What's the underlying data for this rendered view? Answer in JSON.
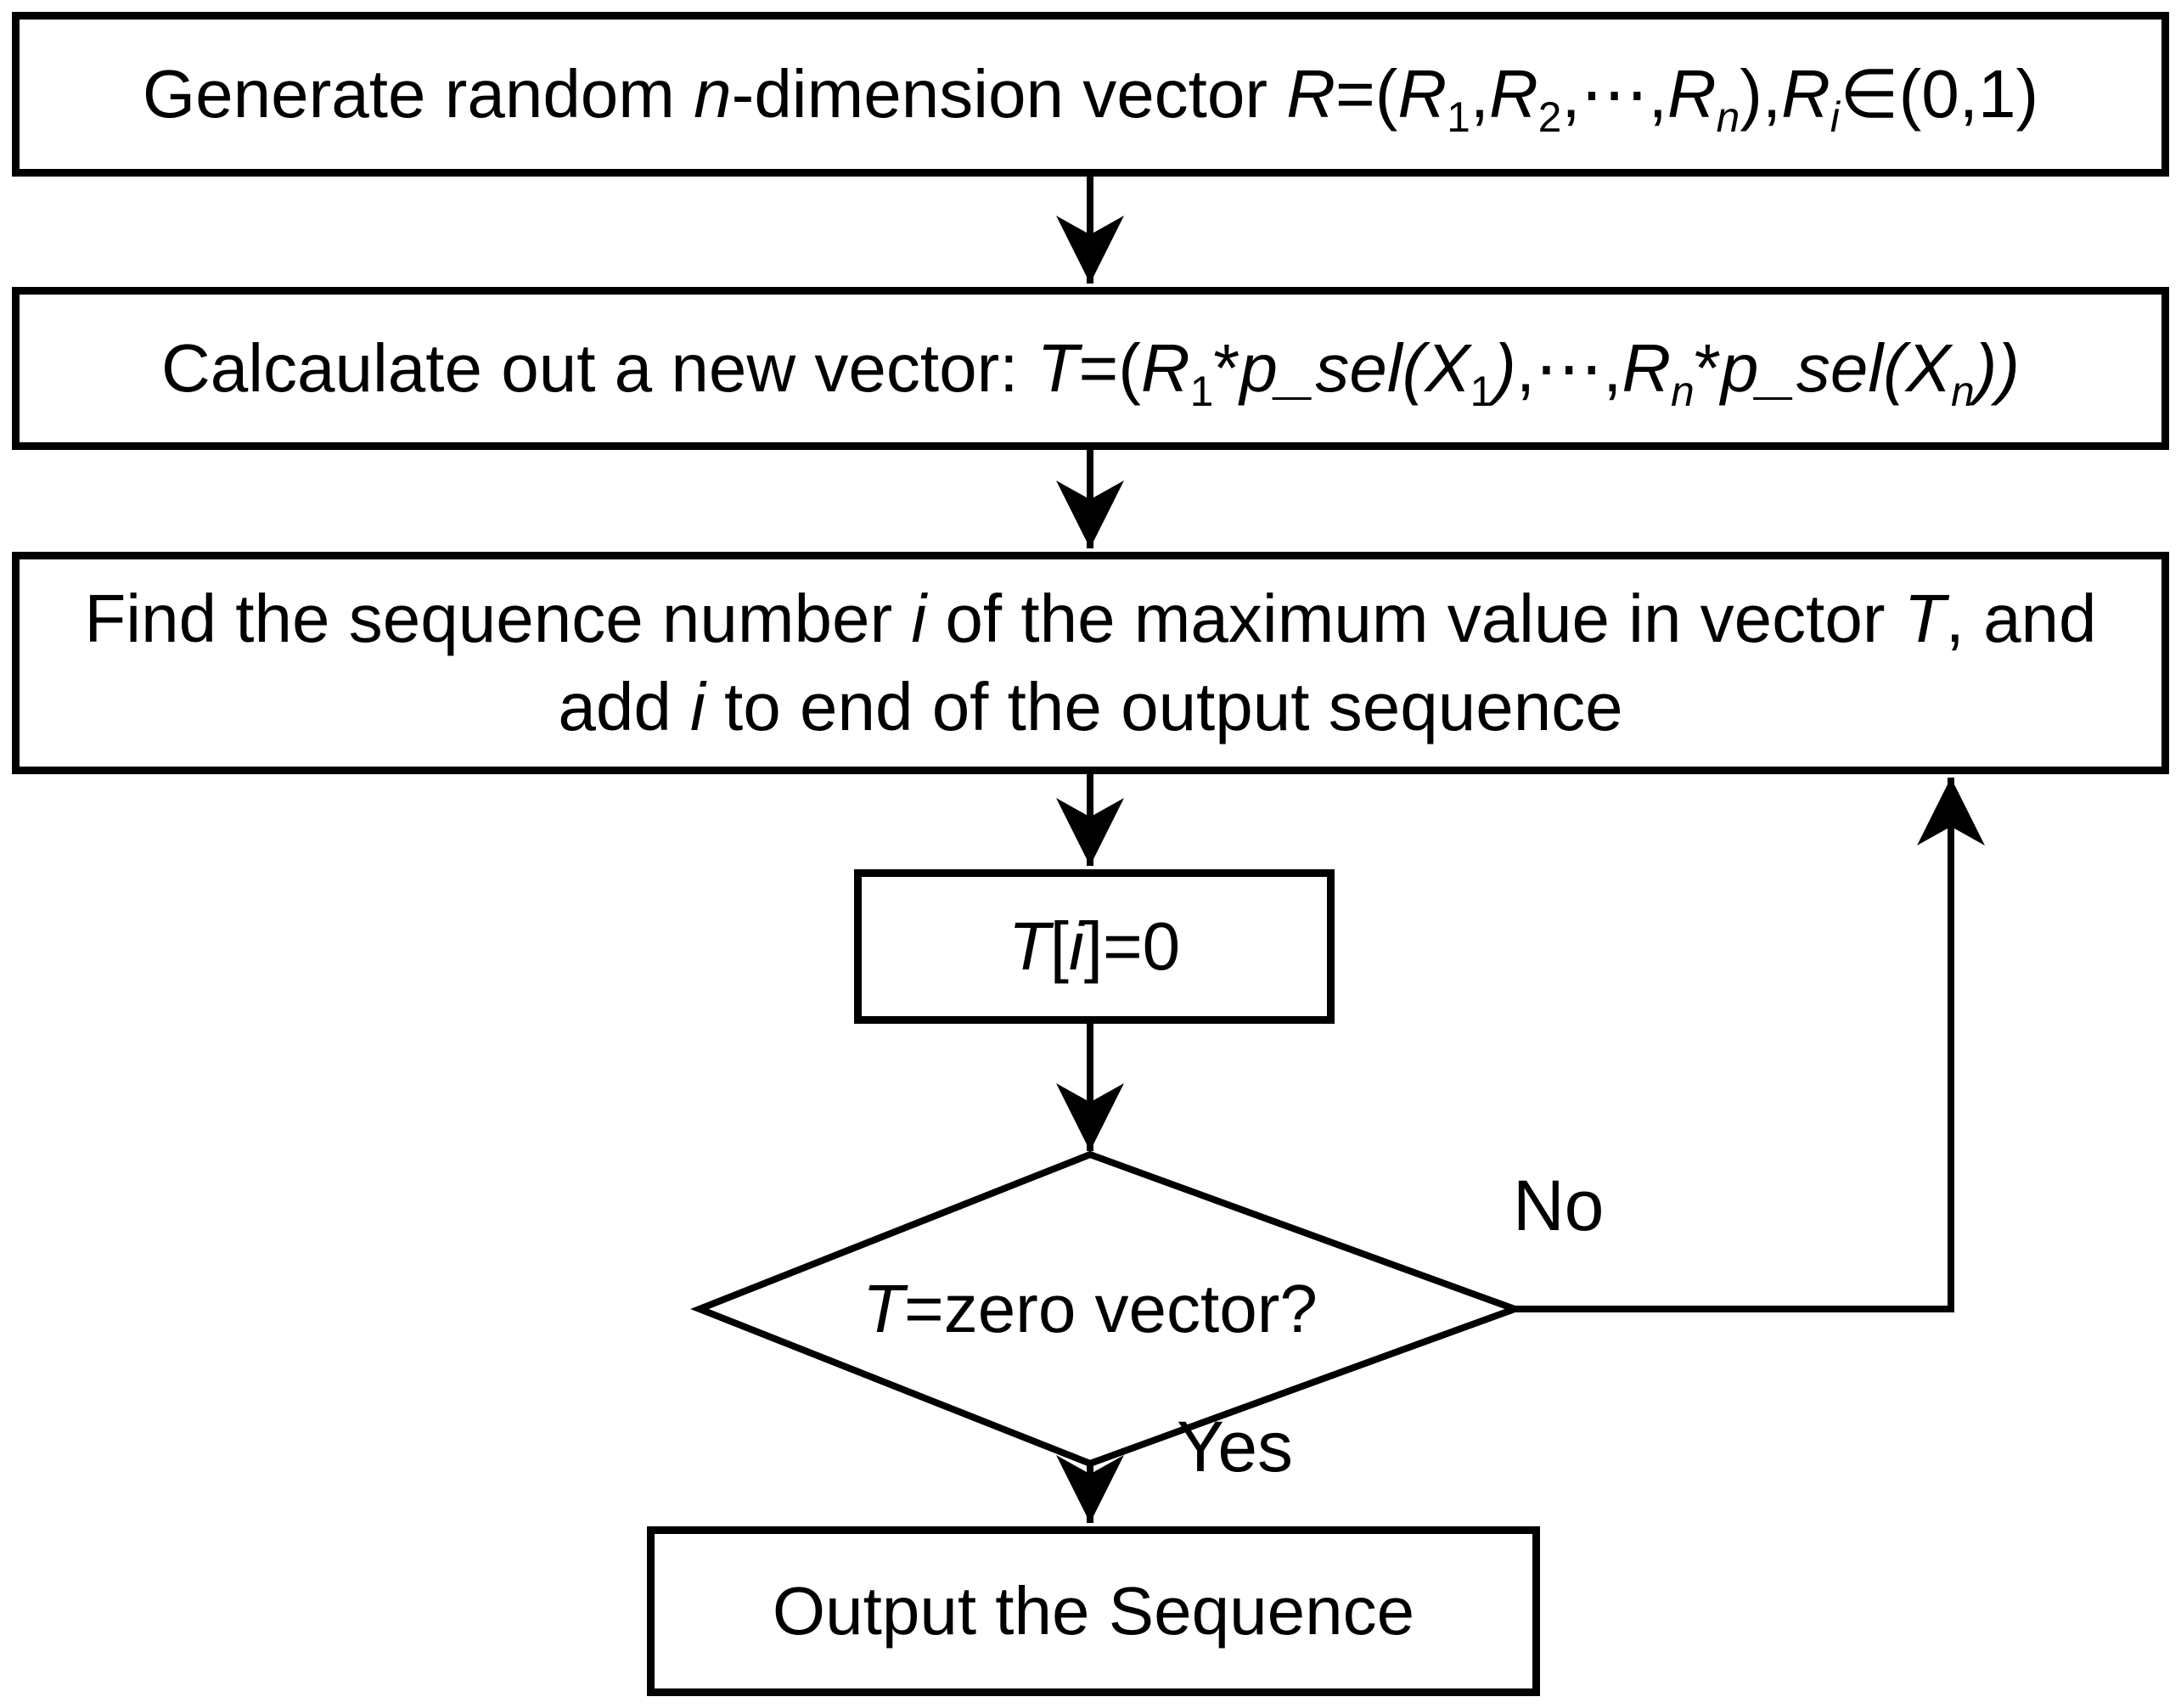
{
  "diagram": {
    "background_color": "#ffffff",
    "stroke_color": "#000000",
    "nodes": {
      "generate": {
        "type": "process",
        "text": "Generate random n-dimension vector R=(R1,R2,⋯,Rn),Ri∈(0,1)",
        "segments": [
          {
            "t": "Generate random "
          },
          {
            "t": "n",
            "i": true
          },
          {
            "t": "-dimension vector "
          },
          {
            "t": "R",
            "i": true
          },
          {
            "t": "=("
          },
          {
            "t": "R",
            "i": true
          },
          {
            "t": "1",
            "s": true
          },
          {
            "t": ","
          },
          {
            "t": "R",
            "i": true
          },
          {
            "t": "2",
            "s": true
          },
          {
            "t": ",⋯,"
          },
          {
            "t": "R",
            "i": true
          },
          {
            "t": "n",
            "s": true,
            "i": true
          },
          {
            "t": "),"
          },
          {
            "t": "R",
            "i": true
          },
          {
            "t": "i",
            "s": true,
            "i": true
          },
          {
            "t": "∈(0,1)"
          }
        ]
      },
      "calculate": {
        "type": "process",
        "text": "Calcaulate out a new vector: T=(R1*p_sel(X1),⋯,Rn*p_sel(Xn))",
        "segments": [
          {
            "t": "Calcaulate out a new vector: "
          },
          {
            "t": "T",
            "i": true
          },
          {
            "t": "=("
          },
          {
            "t": "R",
            "i": true
          },
          {
            "t": "1",
            "s": true
          },
          {
            "t": "*"
          },
          {
            "t": "p_sel",
            "i": true
          },
          {
            "t": "(",
            "i": true
          },
          {
            "t": "X",
            "i": true
          },
          {
            "t": "1",
            "s": true
          },
          {
            "t": ")",
            "i": true
          },
          {
            "t": ",⋯,"
          },
          {
            "t": "R",
            "i": true
          },
          {
            "t": "n",
            "s": true,
            "i": true
          },
          {
            "t": "*"
          },
          {
            "t": "p_sel",
            "i": true
          },
          {
            "t": "(",
            "i": true
          },
          {
            "t": "X",
            "i": true
          },
          {
            "t": "n",
            "s": true,
            "i": true
          },
          {
            "t": "))",
            "i": true
          }
        ]
      },
      "find": {
        "type": "process",
        "text": "Find the sequence number i of the maximum value in vector T, and add i to end of the output sequence",
        "lines": [
          [
            {
              "t": "Find the sequence number "
            },
            {
              "t": "i",
              "i": true
            },
            {
              "t": " of the maximum value in vector "
            },
            {
              "t": "T",
              "i": true
            },
            {
              "t": ", and"
            }
          ],
          [
            {
              "t": "add "
            },
            {
              "t": "i",
              "i": true
            },
            {
              "t": " to end of the output sequence"
            }
          ]
        ]
      },
      "reset": {
        "type": "process",
        "text": "T[i]=0",
        "segments": [
          {
            "t": "T",
            "i": true
          },
          {
            "t": "["
          },
          {
            "t": "i",
            "i": true
          },
          {
            "t": "]=0"
          }
        ]
      },
      "decision": {
        "type": "decision",
        "text": "T=zero vector?",
        "segments": [
          {
            "t": "T",
            "i": true
          },
          {
            "t": "=zero vector?"
          }
        ]
      },
      "output": {
        "type": "terminal",
        "text": "Output the Sequence",
        "segments": [
          {
            "t": "Output the Sequence"
          }
        ]
      }
    },
    "edge_labels": {
      "no": "No",
      "yes": "Yes"
    }
  }
}
